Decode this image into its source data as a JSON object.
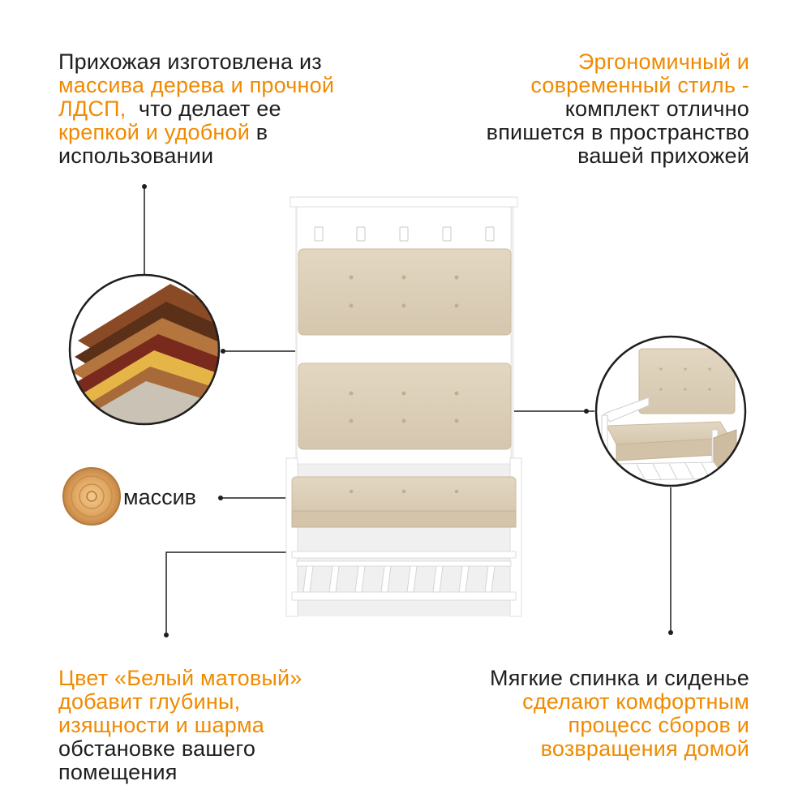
{
  "top_left": {
    "lines": [
      [
        {
          "t": "Прихожая изготовлена из",
          "hl": false
        }
      ],
      [
        {
          "t": "массива дерева и прочной",
          "hl": true
        }
      ],
      [
        {
          "t": "ЛДСП,",
          "hl": true
        },
        {
          "t": "  что делает ее",
          "hl": false
        }
      ],
      [
        {
          "t": "крепкой и удобной",
          "hl": true
        },
        {
          "t": " в",
          "hl": false
        }
      ],
      [
        {
          "t": "использовании",
          "hl": false
        }
      ]
    ]
  },
  "top_right": {
    "lines": [
      [
        {
          "t": "Эргономичный и",
          "hl": true
        }
      ],
      [
        {
          "t": "современный стиль -",
          "hl": true
        }
      ],
      [
        {
          "t": "комплект отлично",
          "hl": false
        }
      ],
      [
        {
          "t": "впишется в пространство",
          "hl": false
        }
      ],
      [
        {
          "t": "вашей прихожей",
          "hl": false
        }
      ]
    ]
  },
  "bottom_left": {
    "lines": [
      [
        {
          "t": "Цвет ",
          "hl": true
        },
        {
          "t": "«Белый матовый»",
          "hl": true
        }
      ],
      [
        {
          "t": "добавит глубины,",
          "hl": true
        }
      ],
      [
        {
          "t": "изящности и шарма",
          "hl": true
        }
      ],
      [
        {
          "t": "обстановке вашего",
          "hl": false
        }
      ],
      [
        {
          "t": "помещения",
          "hl": false
        }
      ]
    ]
  },
  "bottom_right": {
    "lines": [
      [
        {
          "t": "Мягкие спинка и сиденье",
          "hl": false
        }
      ],
      [
        {
          "t": "сделают комфортным",
          "hl": true
        }
      ],
      [
        {
          "t": "процесс сборов и",
          "hl": true
        }
      ],
      [
        {
          "t": "возвращения домой",
          "hl": true
        }
      ]
    ]
  },
  "material_label": "массив",
  "colors": {
    "accent": "#f08a00",
    "text": "#1e1e1e",
    "upholstery": "#dccfb8",
    "frame": "#ffffff"
  }
}
